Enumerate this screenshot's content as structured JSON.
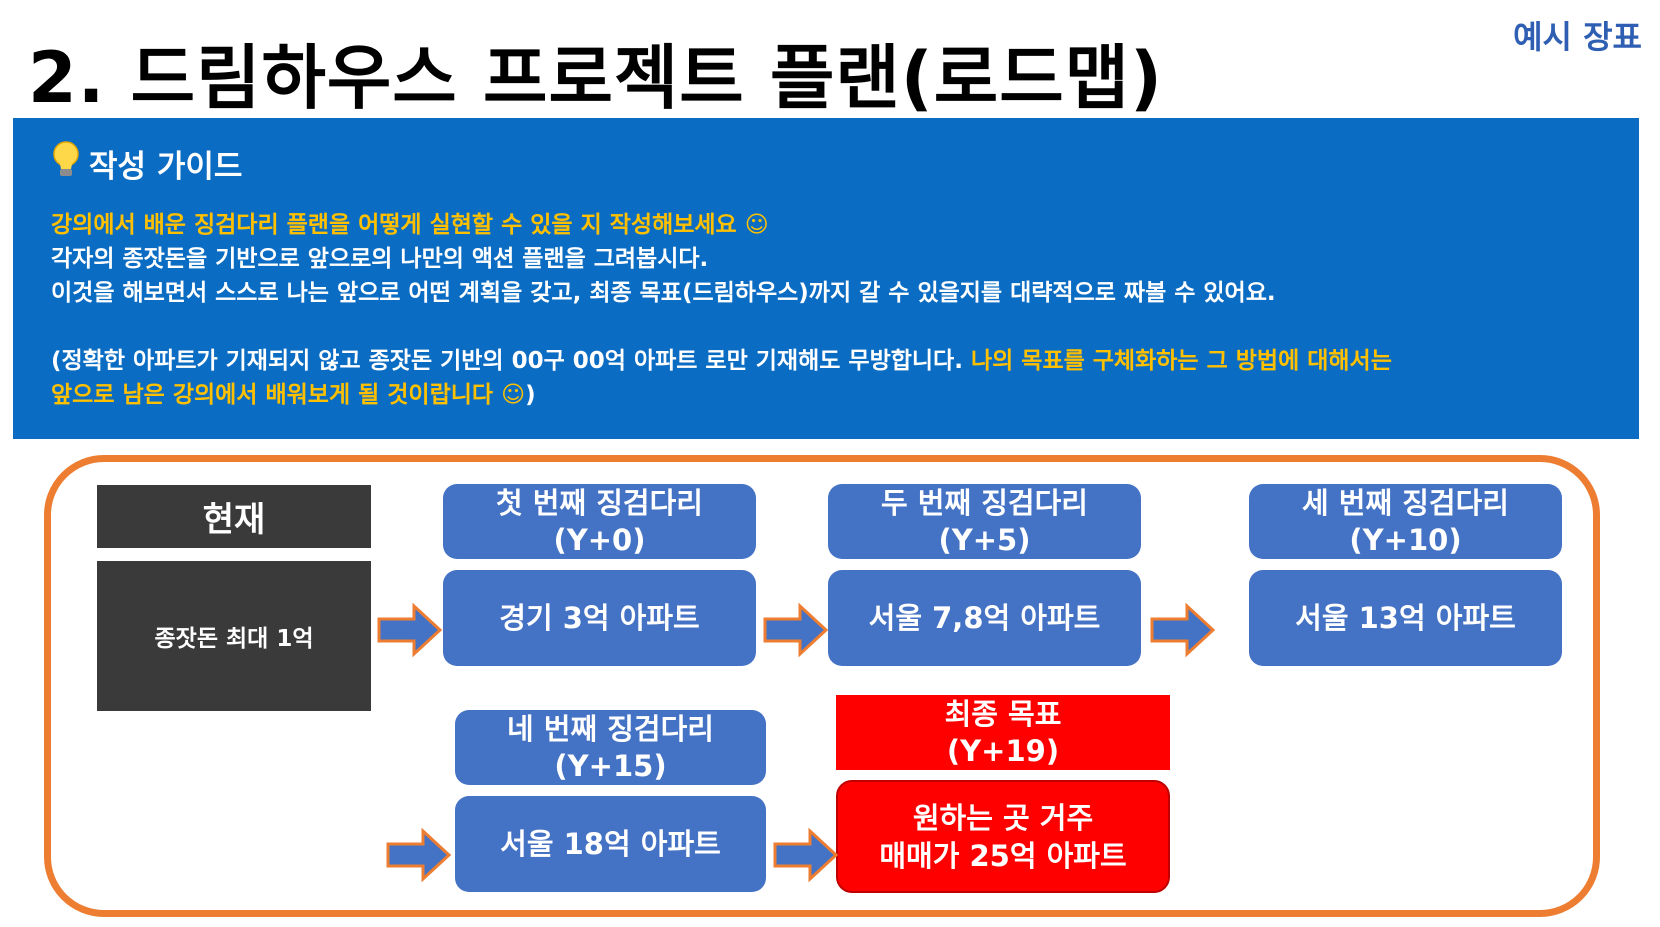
{
  "title": "2. 드림하우스 프로젝트 플랜(로드맵)",
  "corner_label": "예시 장표",
  "guide": {
    "heading": "작성 가이드",
    "line1": "강의에서 배운 징검다리 플랜을 어떻게 실현할 수 있을 지 작성해보세요 ☺",
    "line2": "각자의 종잣돈을 기반으로 앞으로의 나만의 액션 플랜을 그려봅시다.",
    "line3": "이것을 해보면서 스스로 나는 앞으로 어떤 계획을 갖고, 최종 목표(드림하우스)까지 갈 수 있을지를 대략적으로 짜볼 수 있어요.",
    "line4_white": "(정확한 아파트가 기재되지 않고 종잣돈 기반의 00구 00억 아파트 로만 기재해도 무방합니다.",
    "line4_yellow": " 나의 목표를 구체화하는 그 방법에 대해서는",
    "line5_yellow": "앞으로 남은 강의에서 배워보게 될 것이랍니다 ☺",
    "line5_white": ")"
  },
  "current": {
    "header": "현재",
    "value": "종잣돈 최대 1억"
  },
  "steps": [
    {
      "header_line1": "첫 번째 징검다리",
      "header_line2": "(Y+0)",
      "value": "경기 3억 아파트"
    },
    {
      "header_line1": "두 번째 징검다리",
      "header_line2": "(Y+5)",
      "value": "서울 7,8억 아파트"
    },
    {
      "header_line1": "세 번째 징검다리",
      "header_line2": "(Y+10)",
      "value": "서울 13억 아파트"
    },
    {
      "header_line1": "네 번째 징검다리",
      "header_line2": "(Y+15)",
      "value": "서울 18억 아파트"
    }
  ],
  "final": {
    "header_line1": "최종 목표",
    "header_line2": "(Y+19)",
    "value_line1": "원하는 곳 거주",
    "value_line2": "매매가 25억 아파트"
  },
  "colors": {
    "guide_bg": "#0b6cc3",
    "highlight": "#ffc000",
    "step_blue": "#4472c4",
    "current_dark": "#3a3a3a",
    "final_red": "#ff0000",
    "frame_orange": "#ed7d31",
    "corner_label": "#2f5fb3"
  }
}
